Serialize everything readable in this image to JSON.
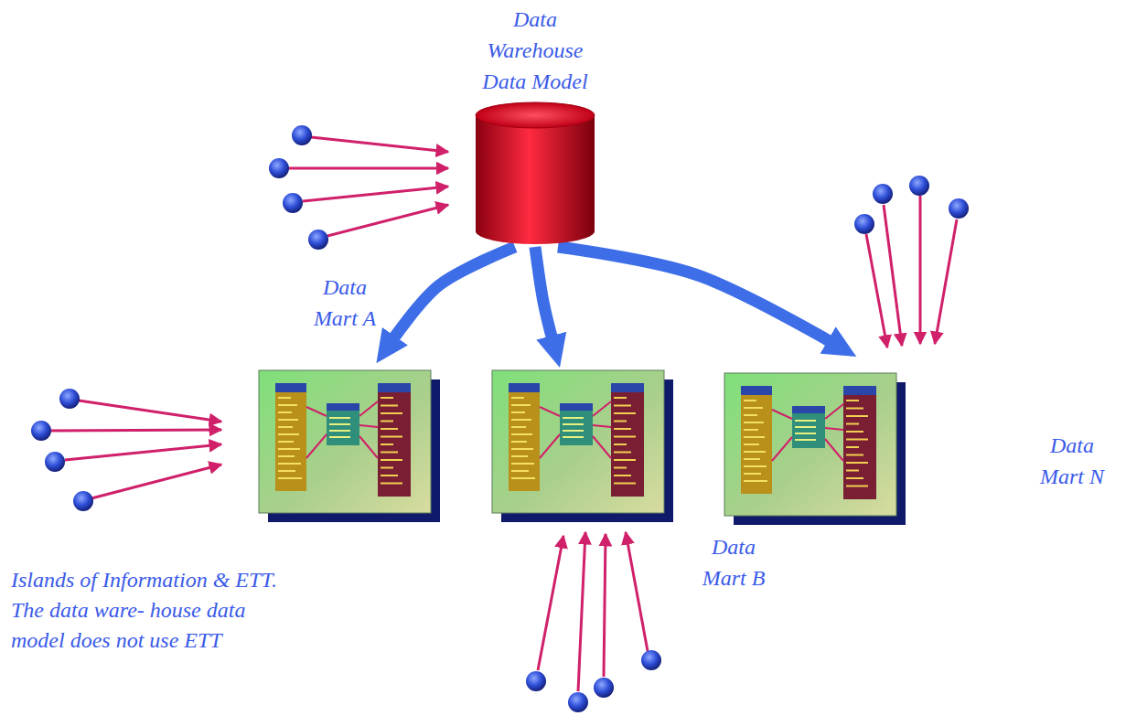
{
  "diagram": {
    "nodes": [
      {
        "text": [
          "Data Warehouse Data Model"
        ]
      },
      {
        "text": [
          "Data Mart A"
        ]
      },
      {
        "text": [
          "Data Mart B"
        ]
      },
      {
        "text": [
          "Data Mart N"
        ]
      }
    ],
    "edges": [
      {
        "from": 0,
        "to": 1,
        "arrow": "to"
      },
      {
        "from": 0,
        "to": 2,
        "arrow": "to"
      },
      {
        "from": 0,
        "to": 3,
        "arrow": "to"
      }
    ],
    "labels": [
      "Islands of Information & ETT. The data ware- house data model does not use ETT"
    ]
  }
}
